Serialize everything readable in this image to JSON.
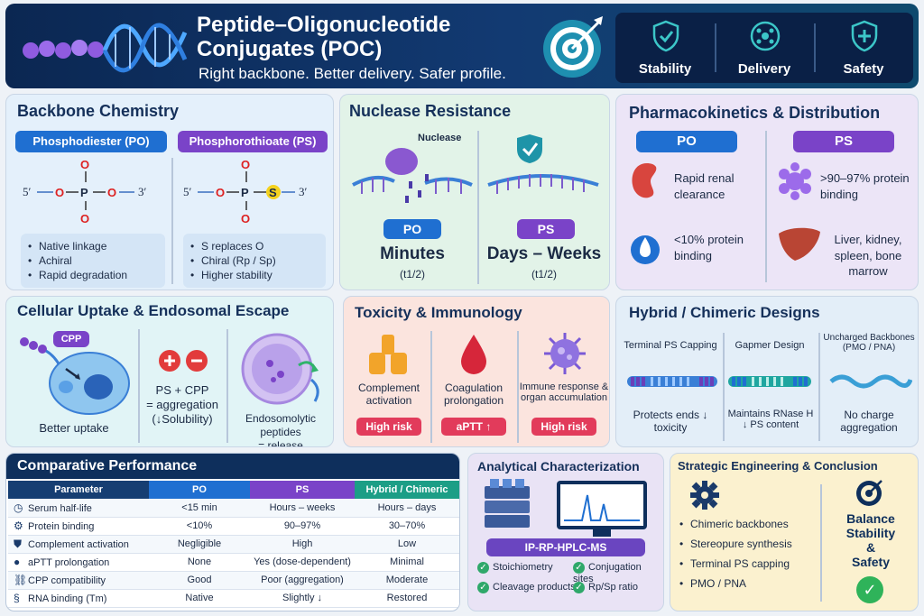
{
  "header": {
    "title_line1": "Peptide–Oligonucleotide",
    "title_line2": "Conjugates (POC)",
    "subtitle": "Right backbone. Better delivery. Safer profile.",
    "badges": [
      {
        "label": "Stability",
        "icon": "shield-check-icon"
      },
      {
        "label": "Delivery",
        "icon": "nanoparticle-icon"
      },
      {
        "label": "Safety",
        "icon": "shield-plus-icon"
      }
    ]
  },
  "backbone": {
    "title": "Backbone Chemistry",
    "po_label": "Phosphodiester (PO)",
    "ps_label": "Phosphorothioate (PS)",
    "po_bullets": [
      "Native linkage",
      "Achiral",
      "Rapid degradation"
    ],
    "ps_bullets": [
      "S replaces O",
      "Chiral (Rp / Sp)",
      "Higher stability"
    ]
  },
  "nuclease": {
    "title": "Nuclease Resistance",
    "nuclease_label": "Nuclease",
    "po_label": "PO",
    "ps_label": "PS",
    "po_value": "Minutes",
    "ps_value": "Days – Weeks",
    "half_life": "(t1/2)"
  },
  "pk": {
    "title": "Pharmacokinetics & Distribution",
    "po_label": "PO",
    "ps_label": "PS",
    "po_item1": "Rapid renal clearance",
    "po_item2": "<10% protein binding",
    "ps_item1": ">90–97% protein binding",
    "ps_item2": "Liver, kidney, spleen, bone marrow"
  },
  "uptake": {
    "title": "Cellular Uptake & Endosomal Escape",
    "cpp": "CPP",
    "better": "Better uptake",
    "mid_line1": "PS + CPP",
    "mid_line2": "= aggregation",
    "mid_line3": "(↓Solubility)",
    "endo_line1": "Endosomolytic peptides",
    "endo_line2": "= release"
  },
  "tox": {
    "title": "Toxicity & Immunology",
    "items": [
      {
        "label": "Complement activation",
        "risk": "High risk"
      },
      {
        "label": "Coagulation prolongation",
        "risk": "aPTT ↑"
      },
      {
        "label": "Immune response & organ accumulation",
        "risk": "High risk"
      }
    ]
  },
  "hybrid": {
    "title": "Hybrid / Chimeric Designs",
    "items": [
      {
        "head": "Terminal PS Capping",
        "foot": "Protects ends ↓ toxicity"
      },
      {
        "head": "Gapmer Design",
        "foot": "Maintains RNase H ↓ PS content"
      },
      {
        "head": "Uncharged Backbones (PMO / PNA)",
        "foot": "No charge aggregation"
      }
    ]
  },
  "comparative": {
    "title": "Comparative Performance",
    "headers": [
      "Parameter",
      "PO",
      "PS",
      "Hybrid / Chimeric"
    ],
    "rows": [
      {
        "icon": "clock-icon",
        "cells": [
          "Serum half-life",
          "<15 min",
          "Hours – weeks",
          "Hours – days"
        ]
      },
      {
        "icon": "gear-icon",
        "cells": [
          "Protein binding",
          "<10%",
          "90–97%",
          "30–70%"
        ]
      },
      {
        "icon": "shield-icon",
        "cells": [
          "Complement activation",
          "Negligible",
          "High",
          "Low"
        ]
      },
      {
        "icon": "drop-icon",
        "cells": [
          "aPTT prolongation",
          "None",
          "Yes (dose-dependent)",
          "Minimal"
        ]
      },
      {
        "icon": "link-icon",
        "cells": [
          "CPP compatibility",
          "Good",
          "Poor (aggregation)",
          "Moderate"
        ]
      },
      {
        "icon": "dna-icon",
        "cells": [
          "RNA binding (Tm)",
          "Native",
          "Slightly ↓",
          "Restored"
        ]
      }
    ]
  },
  "analytical": {
    "title": "Analytical Characterization",
    "method": "IP-RP-HPLC-MS",
    "checks": [
      "Stoichiometry",
      "Conjugation sites",
      "Cleavage products",
      "Rp/Sp ratio"
    ]
  },
  "strategic": {
    "title": "Strategic Engineering & Conclusion",
    "bullets": [
      "Chimeric backbones",
      "Stereopure synthesis",
      "Terminal PS capping",
      "PMO / PNA"
    ],
    "conclusion_line1": "Balance",
    "conclusion_line2": "Stability",
    "conclusion_line3": "&",
    "conclusion_line4": "Safety"
  },
  "colors": {
    "navy": "#0e2f5c",
    "po_blue": "#1f6fd1",
    "ps_purple": "#7a43c8",
    "hybrid_green": "#1c9e86",
    "risk_red": "#e23b5b"
  }
}
